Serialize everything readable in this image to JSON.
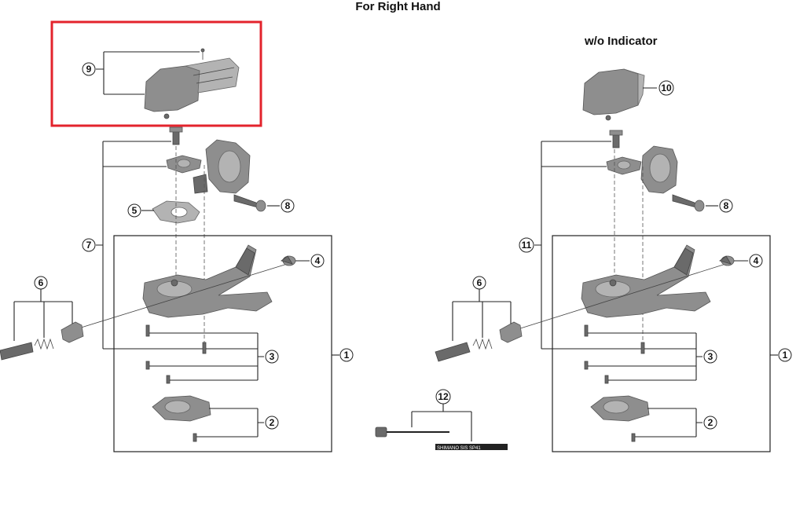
{
  "header": {
    "title": "For Right Hand",
    "variant_label": "w/o Indicator"
  },
  "callouts": {
    "n1": "1",
    "n2": "2",
    "n3": "3",
    "n4": "4",
    "n5": "5",
    "n6": "6",
    "n7": "7",
    "n8": "8",
    "n9": "9",
    "n10": "10",
    "n11": "11",
    "n12": "12"
  },
  "cable_print": "SHIMANO SIS SP41",
  "colors": {
    "highlight": "#e3232c",
    "part": "#8e8e8e",
    "line": "#222222"
  },
  "highlighted_part": "9"
}
